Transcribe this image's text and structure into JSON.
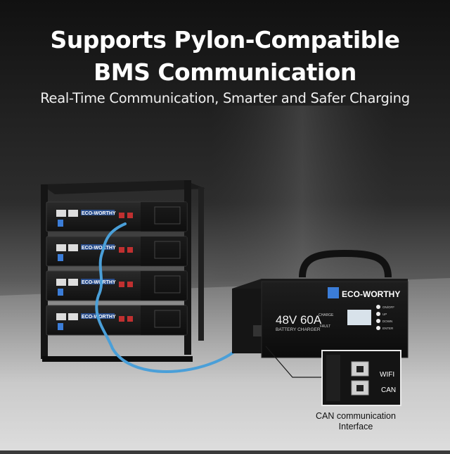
{
  "headline": {
    "line1": "Supports Pylon-Compatible",
    "line2": "BMS Communication",
    "subtitle": "Real-Time Communication, Smarter and Safer Charging"
  },
  "battery_rack": {
    "module_brand": "ECO-WORTHY",
    "module_count": 4
  },
  "charger": {
    "brand": "ECO-WORTHY",
    "rating": "48V 60A",
    "type": "BATTERY CHARGER",
    "indicator_charge": "CHARGE",
    "indicator_fault": "FAULT",
    "buttons": [
      "ON/OFF",
      "UP",
      "DOWN",
      "ENTER"
    ]
  },
  "port_detail": {
    "port_wifi": "WIFI",
    "port_can": "CAN",
    "caption_line1": "CAN communication",
    "caption_line2": "Interface"
  },
  "colors": {
    "cable": "#4a9fd8",
    "brand_blue": "#3b7dd8",
    "background_top": "#161616",
    "floor": "#d8d8d8"
  }
}
